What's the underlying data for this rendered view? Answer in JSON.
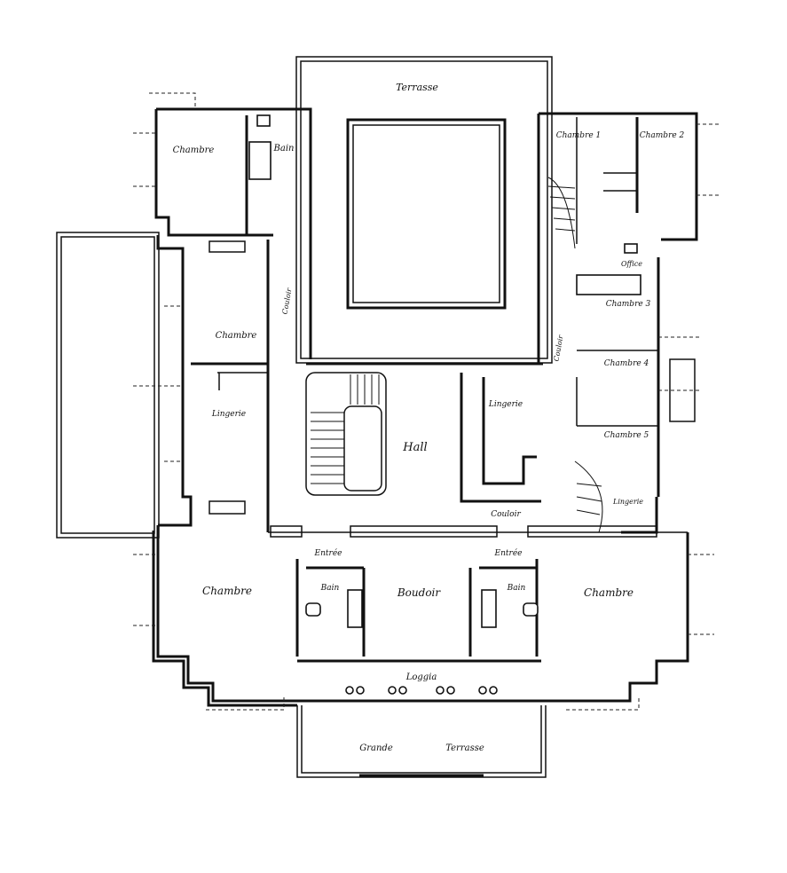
{
  "rooms": {
    "terrace_top": "Terrasse",
    "chambre_nw": "Chambre",
    "bain_nw": "Bain",
    "chambre_1": "Chambre 1",
    "chambre_2": "Chambre 2",
    "office": "Office",
    "chambre_3": "Chambre 3",
    "chambre_4": "Chambre 4",
    "chambre_5": "Chambre 5",
    "couloir_west": "Couloir",
    "couloir_east": "Couloir",
    "chambre_west": "Chambre",
    "lingerie_west": "Lingerie",
    "hall": "Hall",
    "lingerie_center": "Lingerie",
    "couloir_center": "Couloir",
    "lingerie_east": "Lingerie",
    "entree_left": "Entrée",
    "entree_right": "Entrée",
    "chambre_sw": "Chambre",
    "bain_left": "Bain",
    "boudoir": "Boudoir",
    "bain_right": "Bain",
    "chambre_se": "Chambre",
    "loggia": "Loggia",
    "grande": "Grande",
    "terrasse_bottom": "Terrasse"
  },
  "colors": {
    "ink": "#111111",
    "paper": "#ffffff"
  }
}
